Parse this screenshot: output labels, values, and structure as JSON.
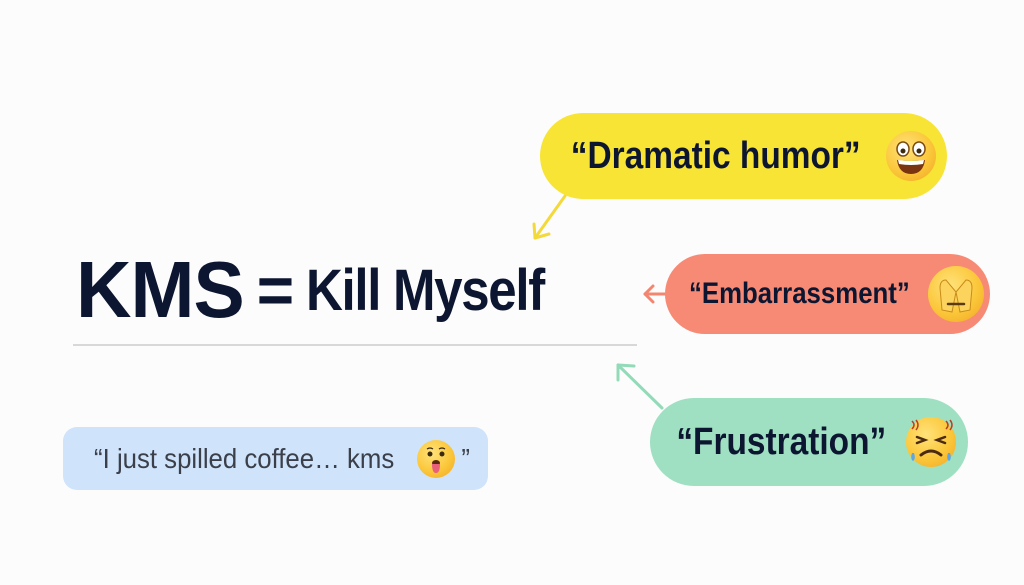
{
  "headline": {
    "acronym": "KMS",
    "equals": "=",
    "expansion": "Kill Myself",
    "color": "#0d1631"
  },
  "bubbles": [
    {
      "id": "dramatic-humor",
      "label": "“Dramatic humor”",
      "emoji": "grinning-face-with-big-eyes",
      "color": "#f8e435"
    },
    {
      "id": "embarrassment",
      "label": "“Embarrassment”",
      "emoji": "see-no-evil-covering-eyes-face",
      "color": "#f78a74"
    },
    {
      "id": "frustration",
      "label": "“Frustration”",
      "emoji": "tired-steaming-face",
      "color": "#9ee0c1"
    }
  ],
  "example_message": {
    "text_before": "“I just spilled coffee… kms",
    "emoji": "face-with-tongue",
    "text_after": "”",
    "color": "#cfe3fb"
  },
  "arrow_colors": {
    "yellow": "#f3d93a",
    "red": "#f28670",
    "green": "#93dbb8"
  }
}
